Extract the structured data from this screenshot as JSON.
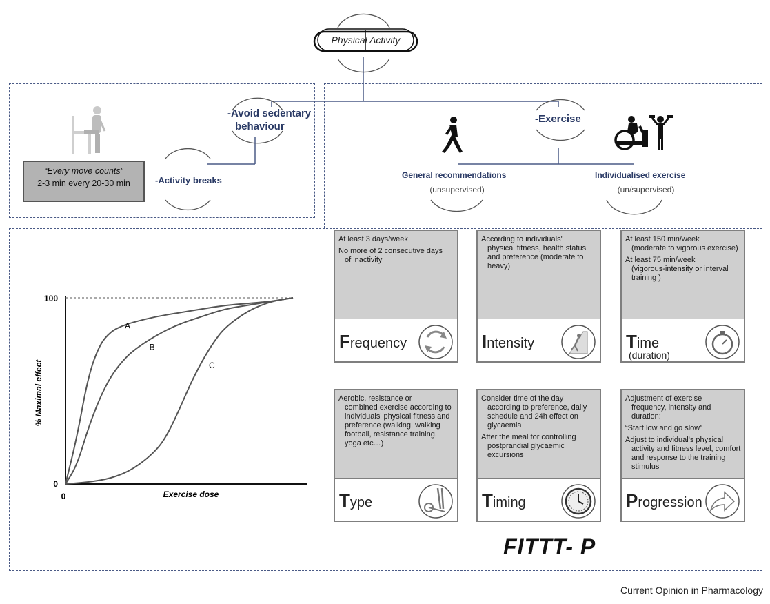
{
  "header": {
    "title": "Physical Activity"
  },
  "left_section": {
    "avoid_label": [
      "-Avoid sedentary",
      "behaviour"
    ],
    "quote_line": "“Every move counts”",
    "quote_sub": "2-3 min  every 20-30 min",
    "breaks_label": "-Activity breaks"
  },
  "right_section": {
    "exercise_label": "-Exercise",
    "general_label": "General recommendations",
    "general_sub": "(unsupervised)",
    "individual_label": "Individualised exercise",
    "individual_sub": "(un/supervised)"
  },
  "cards": [
    {
      "initial": "F",
      "rest": "requency",
      "sub": "",
      "icon": "cycle-arrows-icon",
      "lines": [
        [
          "At least 3 days/week",
          ""
        ],
        [
          "No more of 2 consecutive days",
          "of inactivity"
        ]
      ]
    },
    {
      "initial": "I",
      "rest": "ntensity",
      "sub": "",
      "icon": "climber-icon",
      "lines": [
        [
          "According to individuals'",
          "physical fitness, health status and preference (moderate to heavy)"
        ]
      ]
    },
    {
      "initial": "T",
      "rest": "ime",
      "sub": "(duration)",
      "icon": "stopwatch-icon",
      "lines": [
        [
          "At least 150 min/week",
          "(moderate to vigorous exercise)"
        ],
        [
          "At least 75 min/week",
          "(vigorous-intensity or interval training )"
        ]
      ]
    },
    {
      "initial": "T",
      "rest": "ype",
      "sub": "",
      "icon": "exercise-machine-icon",
      "lines": [
        [
          "Aerobic, resistance or",
          "combined exercise according to individuals' physical fitness and preference (walking, walking football, resistance training,  yoga etc…)"
        ]
      ]
    },
    {
      "initial": "T",
      "rest": "iming",
      "sub": "",
      "icon": "clock-icon",
      "lines": [
        [
          "Consider time of the day",
          "according to preference, daily schedule and 24h effect on glycaemia"
        ],
        [
          "After the meal for controlling",
          "postprandial glycaemic excursions"
        ]
      ]
    },
    {
      "initial": "P",
      "rest": "rogression",
      "sub": "",
      "icon": "arrow-right-icon",
      "lines": [
        [
          "Adjustment of exercise",
          "frequency, intensity and duration:"
        ],
        [
          "“Start low and go slow”",
          ""
        ],
        [
          "Adjust to individual's physical",
          "activity and fitness level, comfort and response to the training stimulus"
        ]
      ]
    }
  ],
  "fittt_label": "FITTT- P",
  "credit": "Current Opinion in Pharmacology",
  "chart_data": {
    "type": "line",
    "xlabel": "Exercise dose",
    "ylabel": "% Maximal effect",
    "y_ticks": [
      "0",
      "100"
    ],
    "x_ticks": [
      "0"
    ],
    "ylim": [
      0,
      100
    ],
    "xlim": [
      0,
      100
    ],
    "series": [
      {
        "name": "A",
        "x": [
          0,
          5,
          10,
          15,
          20,
          25,
          30,
          40,
          50,
          60,
          70,
          80,
          90,
          100
        ],
        "y": [
          0,
          25,
          58,
          75,
          82,
          85,
          87,
          90,
          92,
          94,
          96,
          97,
          98,
          100
        ]
      },
      {
        "name": "B",
        "x": [
          0,
          5,
          10,
          15,
          20,
          25,
          30,
          40,
          50,
          60,
          70,
          80,
          90,
          100
        ],
        "y": [
          0,
          10,
          30,
          46,
          58,
          66,
          72,
          80,
          86,
          90,
          94,
          96,
          98,
          100
        ]
      },
      {
        "name": "C",
        "x": [
          0,
          10,
          20,
          30,
          40,
          45,
          50,
          55,
          60,
          65,
          70,
          80,
          90,
          100
        ],
        "y": [
          0,
          1,
          3,
          8,
          18,
          27,
          40,
          54,
          66,
          76,
          84,
          93,
          98,
          100
        ]
      }
    ]
  }
}
